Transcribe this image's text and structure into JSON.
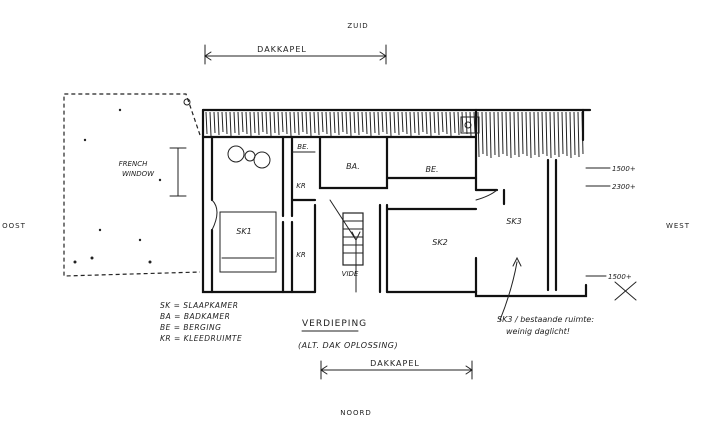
{
  "compass": {
    "south": "ZUID",
    "north": "NOORD",
    "east": "OOST",
    "west": "WEST"
  },
  "dormers": {
    "top": "DAKKAPEL",
    "bottom": "DAKKAPEL"
  },
  "terrace_label": [
    "FRENCH",
    "WINDOW"
  ],
  "rooms": {
    "sk1": "SK1",
    "sk2": "SK2",
    "sk3": "SK3",
    "ba": "BA.",
    "be_small": "BE.",
    "be_large": "BE.",
    "kr_top": "KR",
    "kr_bottom": "KR",
    "vide": "VIDE"
  },
  "heights": [
    "1500+",
    "2300+",
    "1500+"
  ],
  "legend": [
    "SK = SLAAPKAMER",
    "BA = BADKAMER",
    "BE = BERGING",
    "KR = KLEEDRUIMTE"
  ],
  "title": "VERDIEPING",
  "subtitle": "(ALT. DAK OPLOSSING)",
  "note": [
    "SK3 / bestaande ruimte:",
    "weinig daglicht!"
  ]
}
